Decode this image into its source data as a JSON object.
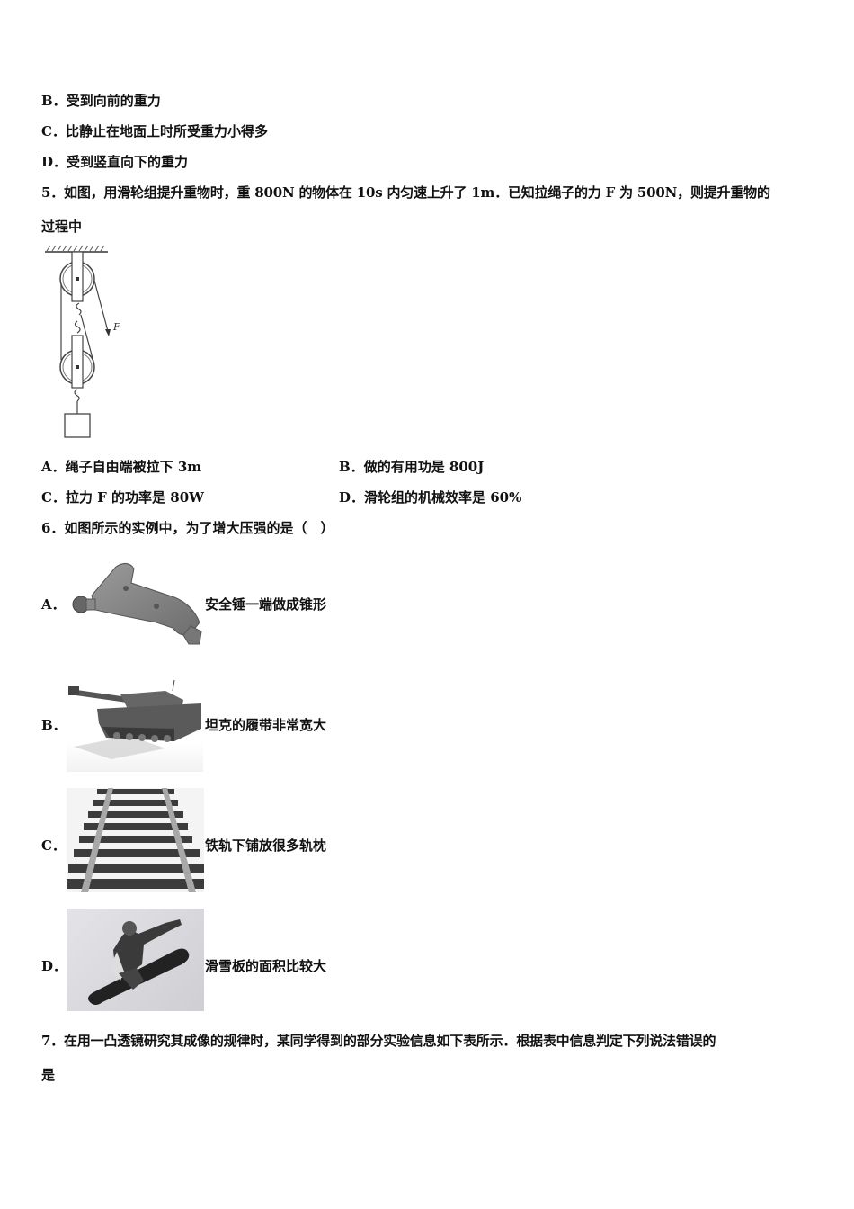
{
  "q4_remaining_options": [
    {
      "label": "B．",
      "text": "受到向前的重力"
    },
    {
      "label": "C．",
      "text": "比静止在地面上时所受重力小得多"
    },
    {
      "label": "D．",
      "text": "受到竖直向下的重力"
    }
  ],
  "q5": {
    "stem_line1": "5．如图，用滑轮组提升重物时，重 800N 的物体在 10s 内匀速上升了 1m．已知拉绳子的力 F 为 500N，则提升重物的",
    "stem_line2": "过程中",
    "figure_label": "F",
    "options": [
      {
        "label": "A．",
        "text": "绳子自由端被拉下 3m"
      },
      {
        "label": "B．",
        "text": "做的有用功是 800J"
      },
      {
        "label": "C．",
        "text": "拉力 F 的功率是 80W"
      },
      {
        "label": "D．",
        "text": "滑轮组的机械效率是 60%"
      }
    ]
  },
  "q6": {
    "stem": "6．如图所示的实例中，为了增大压强的是（　）",
    "options": [
      {
        "label": "A．",
        "image": "safety-hammer",
        "text": "安全锤一端做成锥形"
      },
      {
        "label": "B．",
        "image": "tank",
        "text": "坦克的履带非常宽大"
      },
      {
        "label": "C．",
        "image": "railway-track",
        "text": "铁轨下铺放很多轨枕"
      },
      {
        "label": "D．",
        "image": "snowboarder",
        "text": "滑雪板的面积比较大"
      }
    ]
  },
  "q7": {
    "stem_line1": "7．在用一凸透镜研究其成像的规律时，某同学得到的部分实验信息如下表所示．根据表中信息判定下列说法错误的",
    "stem_line2": "是"
  }
}
